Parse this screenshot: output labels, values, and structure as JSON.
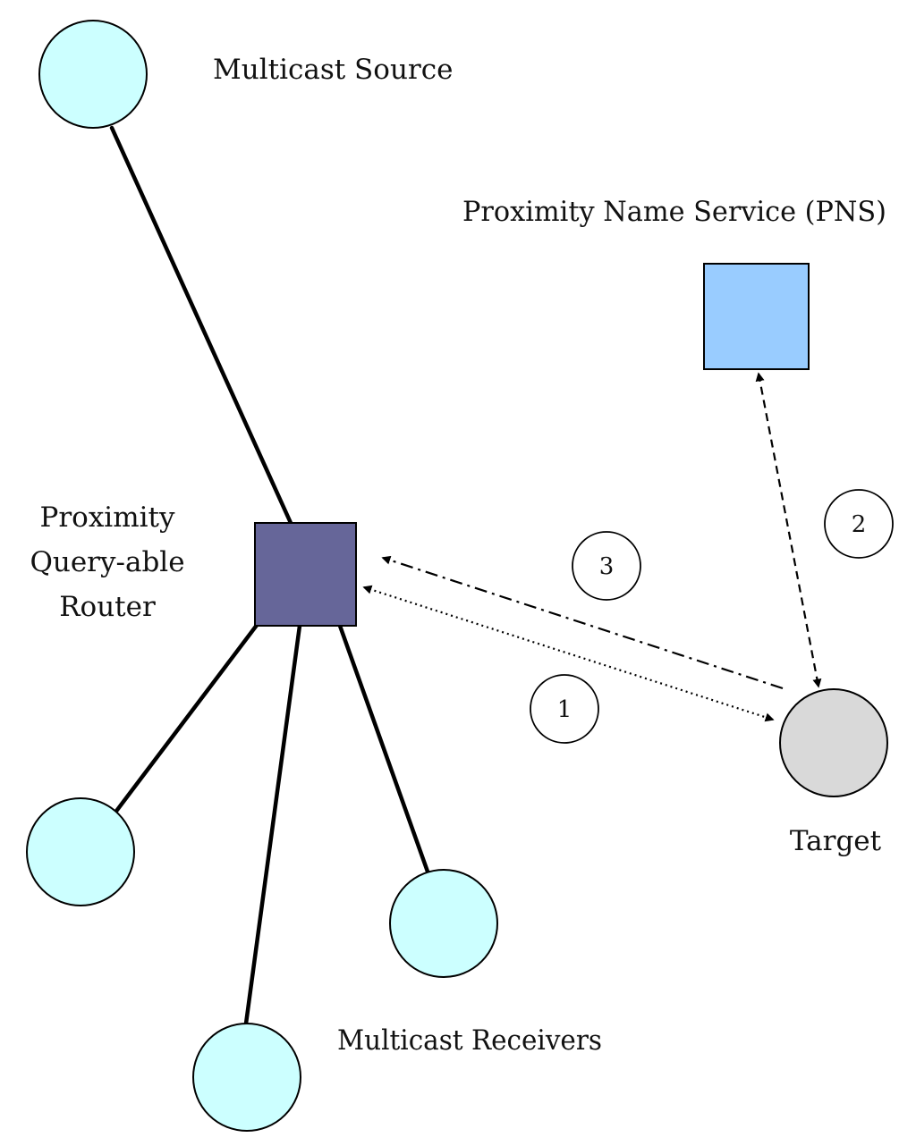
{
  "labels": {
    "multicast_source": "Multicast Source",
    "pns": "Proximity Name Service (PNS)",
    "router_line1": "Proximity",
    "router_line2": "Query-able",
    "router_line3": "Router",
    "target": "Target",
    "multicast_receivers": "Multicast Receivers"
  },
  "steps": {
    "one": "1",
    "two": "2",
    "three": "3"
  },
  "colors": {
    "multicast_node_fill": "#ccffff",
    "router_fill": "#666699",
    "pns_fill": "#99ccff",
    "target_fill": "#d9d9d9",
    "stroke": "#000000"
  }
}
